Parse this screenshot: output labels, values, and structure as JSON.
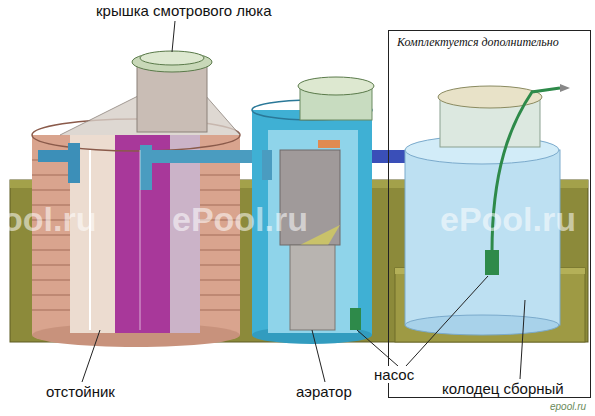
{
  "diagram": {
    "nodes": [
      {
        "text": [
          "Комплектуется дополнительно"
        ]
      }
    ],
    "labels": [
      "крышка смотрового люка",
      "отстойник",
      "аэратор",
      "насос",
      "колодец сборный",
      "ool.ru",
      "ePool.ru",
      "ePool.ru",
      "epool.ru"
    ]
  }
}
